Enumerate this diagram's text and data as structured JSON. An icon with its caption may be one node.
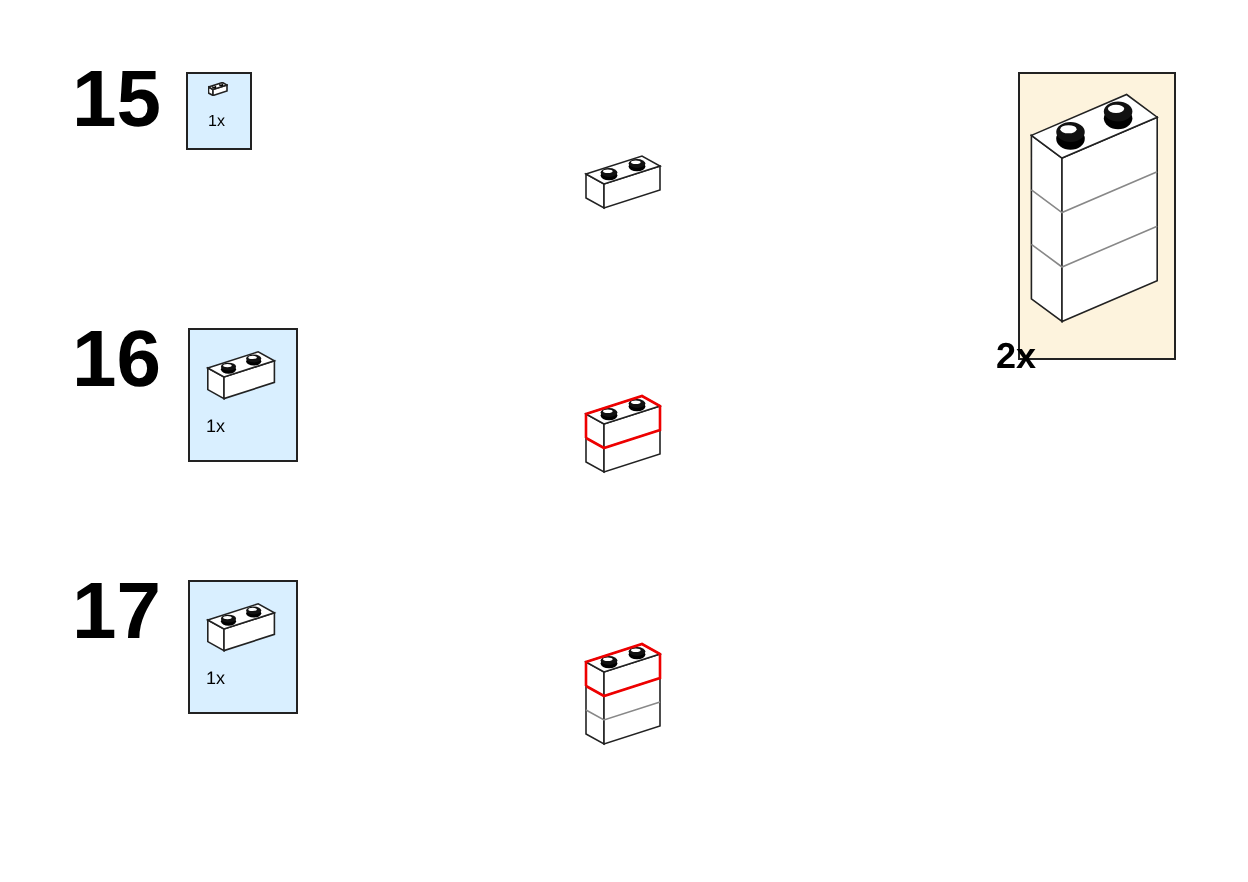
{
  "diagram": {
    "nodes": [
      {
        "text": [
          "1x"
        ]
      },
      {
        "text": [
          "1x"
        ]
      },
      {
        "text": [
          "1x"
        ]
      },
      {
        "text": [
          "2x"
        ]
      }
    ],
    "labels": [
      "15",
      "16",
      "17"
    ]
  }
}
